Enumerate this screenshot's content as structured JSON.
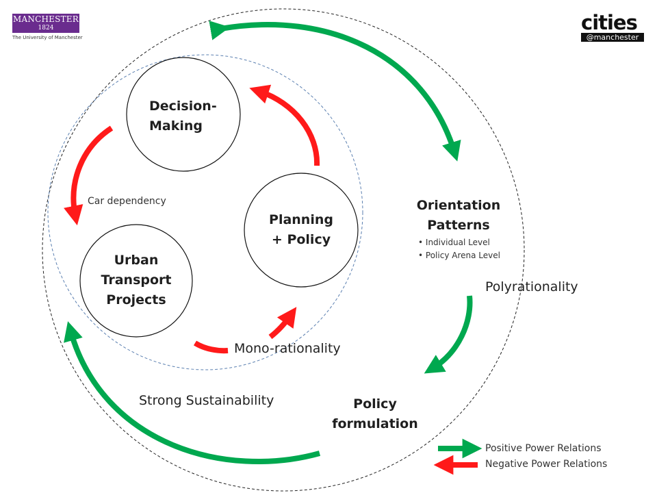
{
  "logos": {
    "manchester": {
      "word": "MANCHESTER",
      "year": "1824",
      "subtitle": "The University of Manchester"
    },
    "cities": {
      "word": "cities",
      "subtitle": "@manchester"
    }
  },
  "nodes": {
    "decision_making": "Decision-\nMaking",
    "urban_transport": "Urban\nTransport\nProjects",
    "planning_policy": "Planning\n+ Policy",
    "orientation_patterns": "Orientation\nPatterns",
    "policy_formulation": "Policy\nformulation"
  },
  "orientation_levels": [
    "Individual Level",
    "Policy Arena Level"
  ],
  "labels": {
    "car_dependency": "Car dependency",
    "polyrationality": "Polyrationality",
    "mono_rationality": "Mono-rationality",
    "strong_sustainability": "Strong Sustainability"
  },
  "legend": {
    "positive": "Positive Power Relations",
    "negative": "Negative Power Relations"
  },
  "colors": {
    "positive": "#00a84f",
    "negative": "#ff1a1a",
    "outer_ring": "#222222",
    "inner_ring": "#5a7fb0",
    "manchester_purple": "#6a2c8e"
  }
}
